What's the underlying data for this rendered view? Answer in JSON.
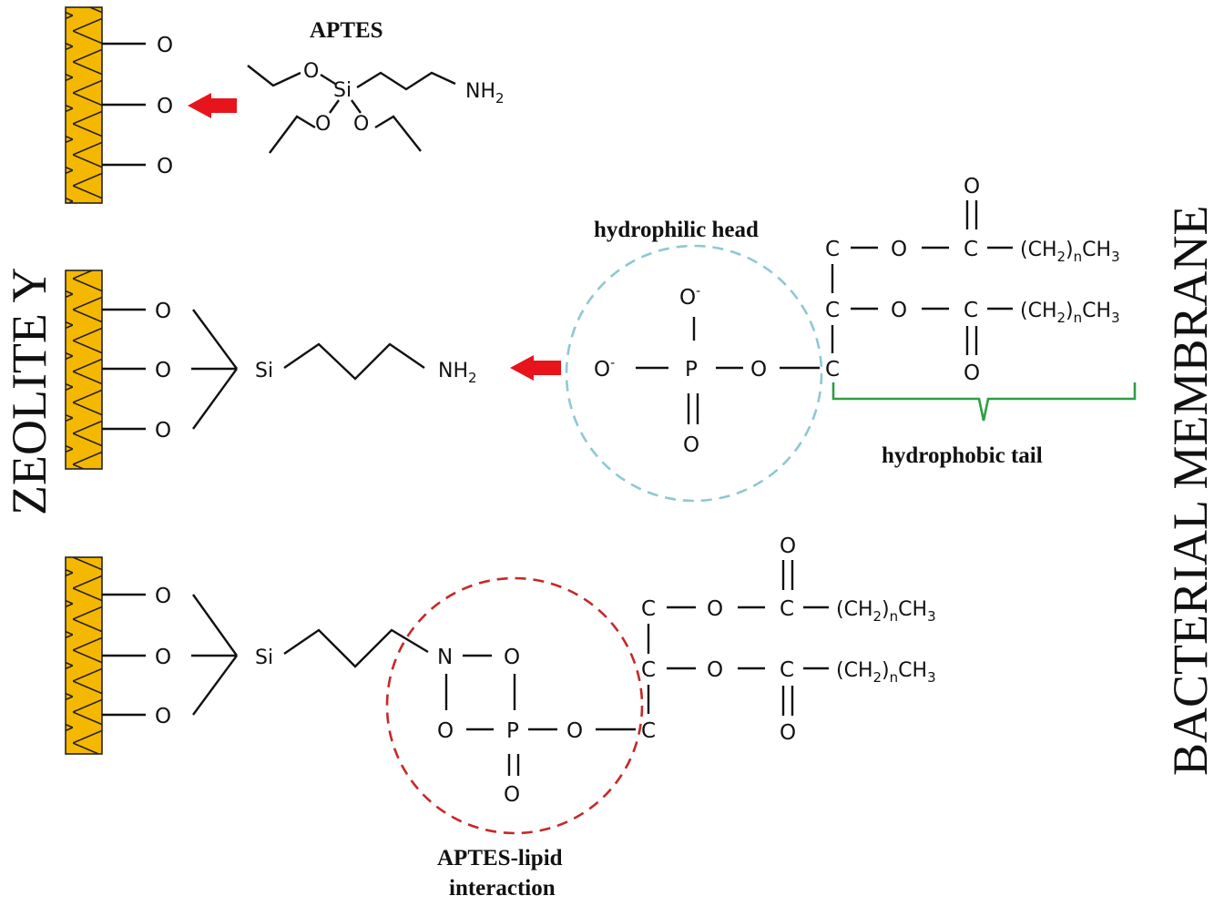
{
  "labels": {
    "zeolite": "ZEOLITE Y",
    "membrane": "BACTERIAL MEMBRANE",
    "aptes": "APTES",
    "hydrophilic_head": "hydrophilic head",
    "hydrophobic_tail": "hydrophobic tail",
    "interaction_line1": "APTES-lipid",
    "interaction_line2": "interaction"
  },
  "atoms": {
    "O": "O",
    "Si": "Si",
    "N": "N",
    "P": "P",
    "C": "C",
    "NH": "NH",
    "two": "2",
    "minus": "-",
    "n": "n",
    "chain_open": "(CH",
    "chain_mid": ")",
    "chain_end": "CH",
    "three": "3"
  },
  "colors": {
    "zeolite_fill": "#f5b800",
    "arrow": "#e8141b",
    "head_circle": "#8fc8d0",
    "interaction_circle": "#c62828",
    "tail_brace": "#2e9e44"
  }
}
